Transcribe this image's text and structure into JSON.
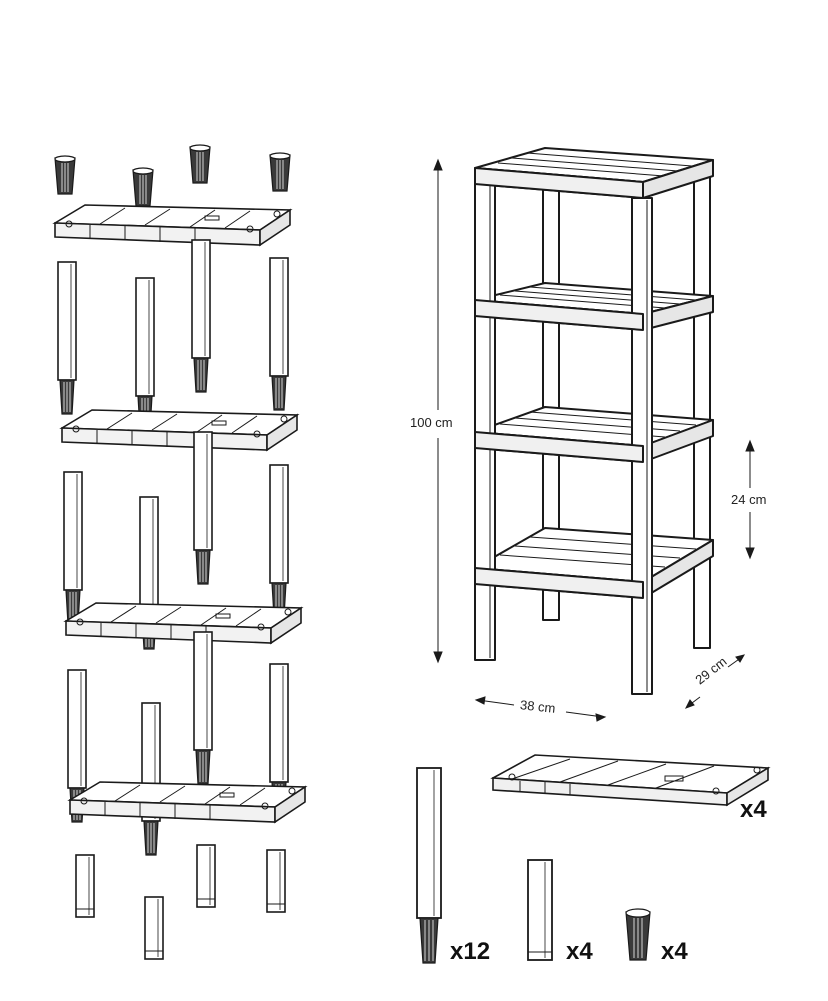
{
  "dimensions": {
    "height": "100 cm",
    "shelf_gap": "24 cm",
    "depth": "29 cm",
    "width": "38 cm"
  },
  "parts": {
    "shelf_qty": "x4",
    "long_leg_qty": "x12",
    "short_leg_qty": "x4",
    "cap_qty": "x4"
  },
  "colors": {
    "line": "#1a1a1a",
    "panel": "#ffffff",
    "shade": "#e6e6e6"
  }
}
